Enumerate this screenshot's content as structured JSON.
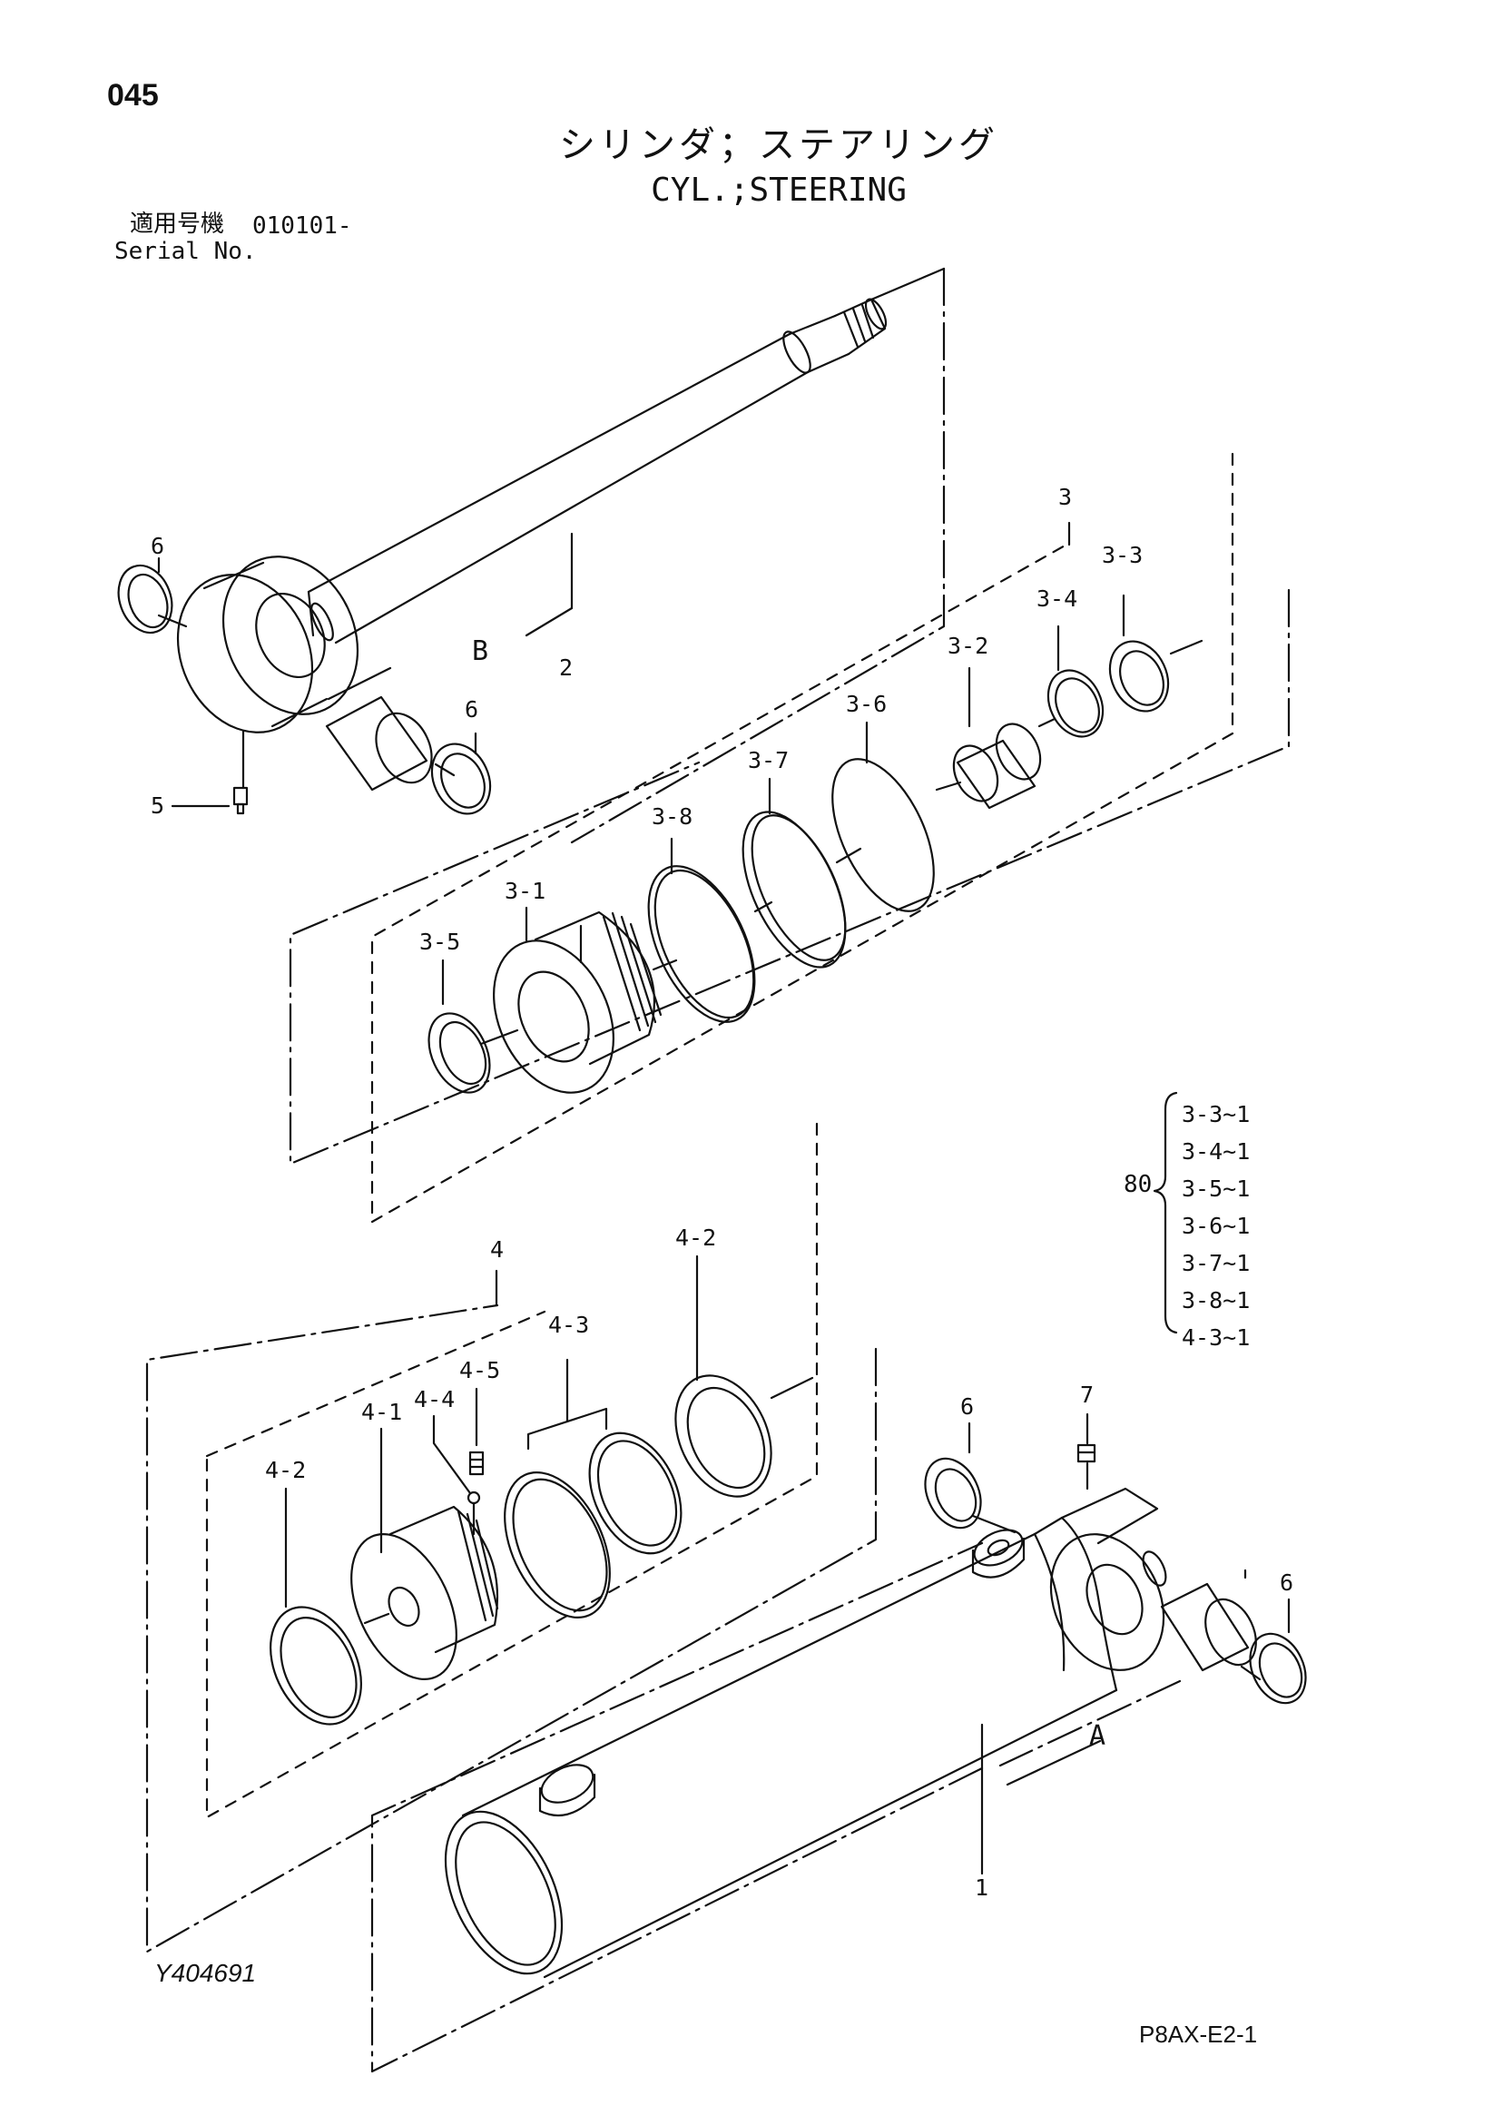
{
  "page_number": "045",
  "title_jp": "シリンダ；ステアリング",
  "title_en": "CYL.;STEERING",
  "serial": {
    "label_jp": "適用号機",
    "value": "010101-",
    "label_en": "Serial No."
  },
  "callouts": {
    "rod_6": "6",
    "rod_2": "2",
    "rod_B": "B",
    "bush_6": "6",
    "fitting_5": "5",
    "piston_kit_3": "3",
    "p3_3": "3-3",
    "p3_4": "3-4",
    "p3_2": "3-2",
    "p3_6": "3-6",
    "p3_7": "3-7",
    "p3_8": "3-8",
    "p3_1": "3-1",
    "p3_5": "3-5",
    "head_kit_4": "4",
    "p4_2a": "4-2",
    "p4_3": "4-3",
    "p4_5": "4-5",
    "p4_4": "4-4",
    "p4_1": "4-1",
    "p4_2b": "4-2",
    "tube_6a": "6",
    "tube_7": "7",
    "tube_6b": "6",
    "tube_A": "A",
    "tube_1": "1"
  },
  "seal_kit": {
    "quantity": "80",
    "items": [
      "3-3~1",
      "3-4~1",
      "3-5~1",
      "3-6~1",
      "3-7~1",
      "3-8~1",
      "4-3~1"
    ]
  },
  "drawing_id": "Y404691",
  "sheet_id": "P8AX-E2-1"
}
